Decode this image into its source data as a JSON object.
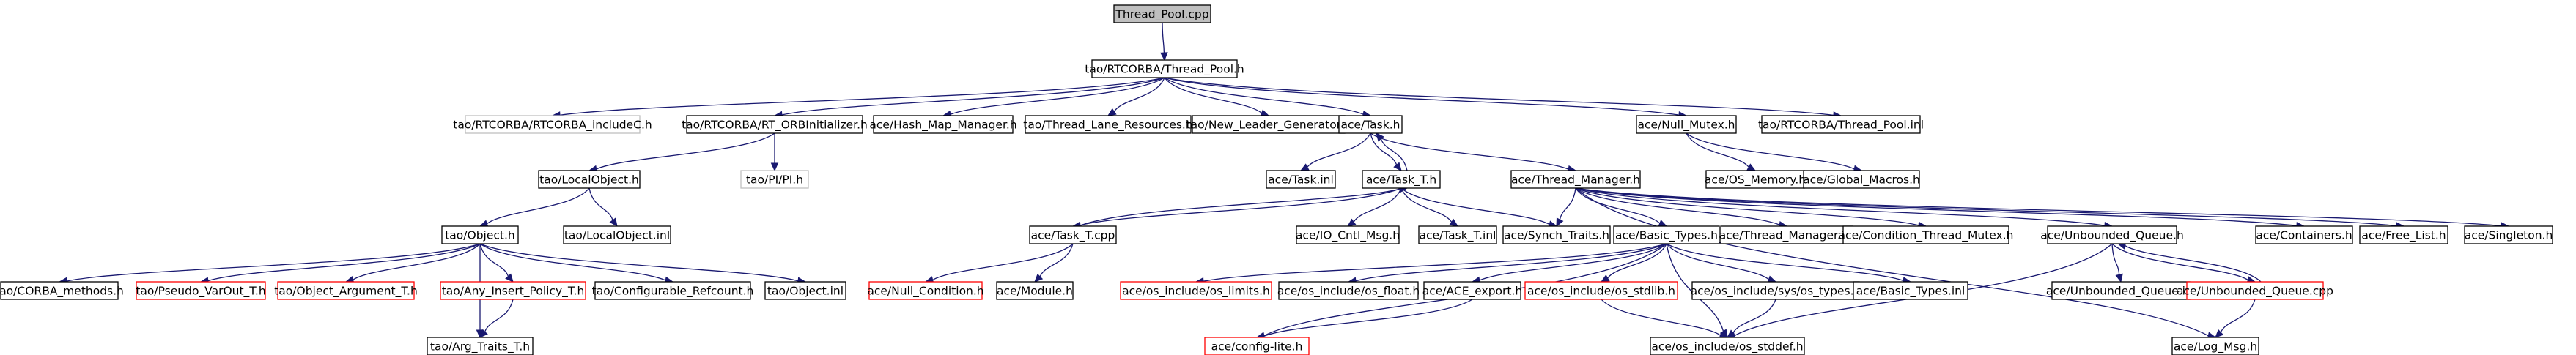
{
  "nodes": {
    "thread_pool_cpp": {
      "label": "Thread_Pool.cpp",
      "style": "root"
    },
    "thread_pool_h": {
      "label": "tao/RTCORBA/Thread_Pool.h",
      "style": "normal"
    },
    "rtcorba_include_c": {
      "label": "tao/RTCORBA/RTCORBA_includeC.h",
      "style": "grey"
    },
    "rt_orb_initializer": {
      "label": "tao/RTCORBA/RT_ORBInitializer.h",
      "style": "normal"
    },
    "hash_map_manager": {
      "label": "ace/Hash_Map_Manager.h",
      "style": "normal"
    },
    "thread_lane_resources": {
      "label": "tao/Thread_Lane_Resources.h",
      "style": "normal"
    },
    "new_leader_generator": {
      "label": "tao/New_Leader_Generator.h",
      "style": "normal"
    },
    "task_h": {
      "label": "ace/Task.h",
      "style": "normal"
    },
    "null_mutex": {
      "label": "ace/Null_Mutex.h",
      "style": "normal"
    },
    "thread_pool_inl": {
      "label": "tao/RTCORBA/Thread_Pool.inl",
      "style": "normal"
    },
    "local_object_h": {
      "label": "tao/LocalObject.h",
      "style": "normal"
    },
    "pi_h": {
      "label": "tao/PI/PI.h",
      "style": "grey"
    },
    "task_inl": {
      "label": "ace/Task.inl",
      "style": "normal"
    },
    "task_t_h": {
      "label": "ace/Task_T.h",
      "style": "normal"
    },
    "thread_manager_h": {
      "label": "ace/Thread_Manager.h",
      "style": "normal"
    },
    "os_memory": {
      "label": "ace/OS_Memory.h",
      "style": "normal"
    },
    "global_macros": {
      "label": "ace/Global_Macros.h",
      "style": "normal"
    },
    "object_h": {
      "label": "tao/Object.h",
      "style": "normal"
    },
    "local_object_inl": {
      "label": "tao/LocalObject.inl",
      "style": "normal"
    },
    "task_t_cpp": {
      "label": "ace/Task_T.cpp",
      "style": "normal"
    },
    "io_cntl_msg": {
      "label": "ace/IO_Cntl_Msg.h",
      "style": "normal"
    },
    "task_t_inl": {
      "label": "ace/Task_T.inl",
      "style": "normal"
    },
    "synch_traits": {
      "label": "ace/Synch_Traits.h",
      "style": "normal"
    },
    "basic_types_h": {
      "label": "ace/Basic_Types.h",
      "style": "normal"
    },
    "thread_manager_inl": {
      "label": "ace/Thread_Manager.inl",
      "style": "normal"
    },
    "condition_thread_mutex": {
      "label": "ace/Condition_Thread_Mutex.h",
      "style": "normal"
    },
    "unbounded_queue_h": {
      "label": "ace/Unbounded_Queue.h",
      "style": "normal"
    },
    "containers": {
      "label": "ace/Containers.h",
      "style": "normal"
    },
    "free_list": {
      "label": "ace/Free_List.h",
      "style": "normal"
    },
    "singleton": {
      "label": "ace/Singleton.h",
      "style": "normal"
    },
    "corba_methods": {
      "label": "tao/CORBA_methods.h",
      "style": "normal"
    },
    "pseudo_varout": {
      "label": "tao/Pseudo_VarOut_T.h",
      "style": "red"
    },
    "object_argument": {
      "label": "tao/Object_Argument_T.h",
      "style": "red"
    },
    "any_insert_policy": {
      "label": "tao/Any_Insert_Policy_T.h",
      "style": "red"
    },
    "configurable_refcount": {
      "label": "tao/Configurable_Refcount.h",
      "style": "normal"
    },
    "object_inl": {
      "label": "tao/Object.inl",
      "style": "normal"
    },
    "null_condition": {
      "label": "ace/Null_Condition.h",
      "style": "red"
    },
    "module_h": {
      "label": "ace/Module.h",
      "style": "normal"
    },
    "os_limits": {
      "label": "ace/os_include/os_limits.h",
      "style": "red"
    },
    "os_float": {
      "label": "ace/os_include/os_float.h",
      "style": "normal"
    },
    "ace_export": {
      "label": "ace/ACE_export.h",
      "style": "normal"
    },
    "os_stdlib": {
      "label": "ace/os_include/os_stdlib.h",
      "style": "red"
    },
    "os_types": {
      "label": "ace/os_include/sys/os_types.h",
      "style": "normal"
    },
    "basic_types_inl": {
      "label": "ace/Basic_Types.inl",
      "style": "normal"
    },
    "unbounded_queue_inl": {
      "label": "ace/Unbounded_Queue.inl",
      "style": "normal"
    },
    "unbounded_queue_cpp": {
      "label": "ace/Unbounded_Queue.cpp",
      "style": "red"
    },
    "arg_traits": {
      "label": "tao/Arg_Traits_T.h",
      "style": "normal"
    },
    "config_lite": {
      "label": "ace/config-lite.h",
      "style": "red"
    },
    "os_stddef": {
      "label": "ace/os_include/os_stddef.h",
      "style": "normal"
    },
    "log_msg": {
      "label": "ace/Log_Msg.h",
      "style": "normal"
    }
  },
  "edges": [
    [
      "thread_pool_cpp",
      "thread_pool_h"
    ],
    [
      "thread_pool_h",
      "rtcorba_include_c"
    ],
    [
      "thread_pool_h",
      "rt_orb_initializer"
    ],
    [
      "thread_pool_h",
      "hash_map_manager"
    ],
    [
      "thread_pool_h",
      "thread_lane_resources"
    ],
    [
      "thread_pool_h",
      "new_leader_generator"
    ],
    [
      "thread_pool_h",
      "task_h"
    ],
    [
      "thread_pool_h",
      "null_mutex"
    ],
    [
      "thread_pool_h",
      "thread_pool_inl"
    ],
    [
      "rt_orb_initializer",
      "local_object_h"
    ],
    [
      "rt_orb_initializer",
      "pi_h"
    ],
    [
      "task_h",
      "task_inl"
    ],
    [
      "task_h",
      "task_t_h"
    ],
    [
      "task_h",
      "thread_manager_h"
    ],
    [
      "null_mutex",
      "os_memory"
    ],
    [
      "null_mutex",
      "global_macros"
    ],
    [
      "local_object_h",
      "object_h"
    ],
    [
      "local_object_h",
      "local_object_inl"
    ],
    [
      "task_t_h",
      "task_h"
    ],
    [
      "task_t_h",
      "task_t_cpp"
    ],
    [
      "task_t_h",
      "io_cntl_msg"
    ],
    [
      "task_t_h",
      "task_t_inl"
    ],
    [
      "task_t_h",
      "synch_traits"
    ],
    [
      "task_t_cpp",
      "task_t_h"
    ],
    [
      "task_t_cpp",
      "null_condition"
    ],
    [
      "task_t_cpp",
      "module_h"
    ],
    [
      "thread_manager_h",
      "synch_traits"
    ],
    [
      "thread_manager_h",
      "basic_types_h"
    ],
    [
      "thread_manager_h",
      "thread_manager_inl"
    ],
    [
      "thread_manager_h",
      "condition_thread_mutex"
    ],
    [
      "thread_manager_h",
      "unbounded_queue_h"
    ],
    [
      "thread_manager_h",
      "containers"
    ],
    [
      "thread_manager_h",
      "free_list"
    ],
    [
      "thread_manager_h",
      "singleton"
    ],
    [
      "thread_manager_h",
      "log_msg"
    ],
    [
      "object_h",
      "corba_methods"
    ],
    [
      "object_h",
      "pseudo_varout"
    ],
    [
      "object_h",
      "object_argument"
    ],
    [
      "object_h",
      "any_insert_policy"
    ],
    [
      "object_h",
      "configurable_refcount"
    ],
    [
      "object_h",
      "object_inl"
    ],
    [
      "object_h",
      "arg_traits"
    ],
    [
      "any_insert_policy",
      "arg_traits"
    ],
    [
      "basic_types_h",
      "os_limits"
    ],
    [
      "basic_types_h",
      "os_float"
    ],
    [
      "basic_types_h",
      "ace_export"
    ],
    [
      "basic_types_h",
      "os_stdlib"
    ],
    [
      "basic_types_h",
      "os_types"
    ],
    [
      "basic_types_h",
      "basic_types_inl"
    ],
    [
      "basic_types_h",
      "config_lite"
    ],
    [
      "basic_types_h",
      "os_stddef"
    ],
    [
      "ace_export",
      "config_lite"
    ],
    [
      "os_stdlib",
      "os_stddef"
    ],
    [
      "os_types",
      "os_stddef"
    ],
    [
      "unbounded_queue_h",
      "unbounded_queue_inl"
    ],
    [
      "unbounded_queue_h",
      "unbounded_queue_cpp"
    ],
    [
      "unbounded_queue_h",
      "os_stddef"
    ],
    [
      "unbounded_queue_cpp",
      "unbounded_queue_h"
    ],
    [
      "unbounded_queue_cpp",
      "log_msg"
    ]
  ]
}
